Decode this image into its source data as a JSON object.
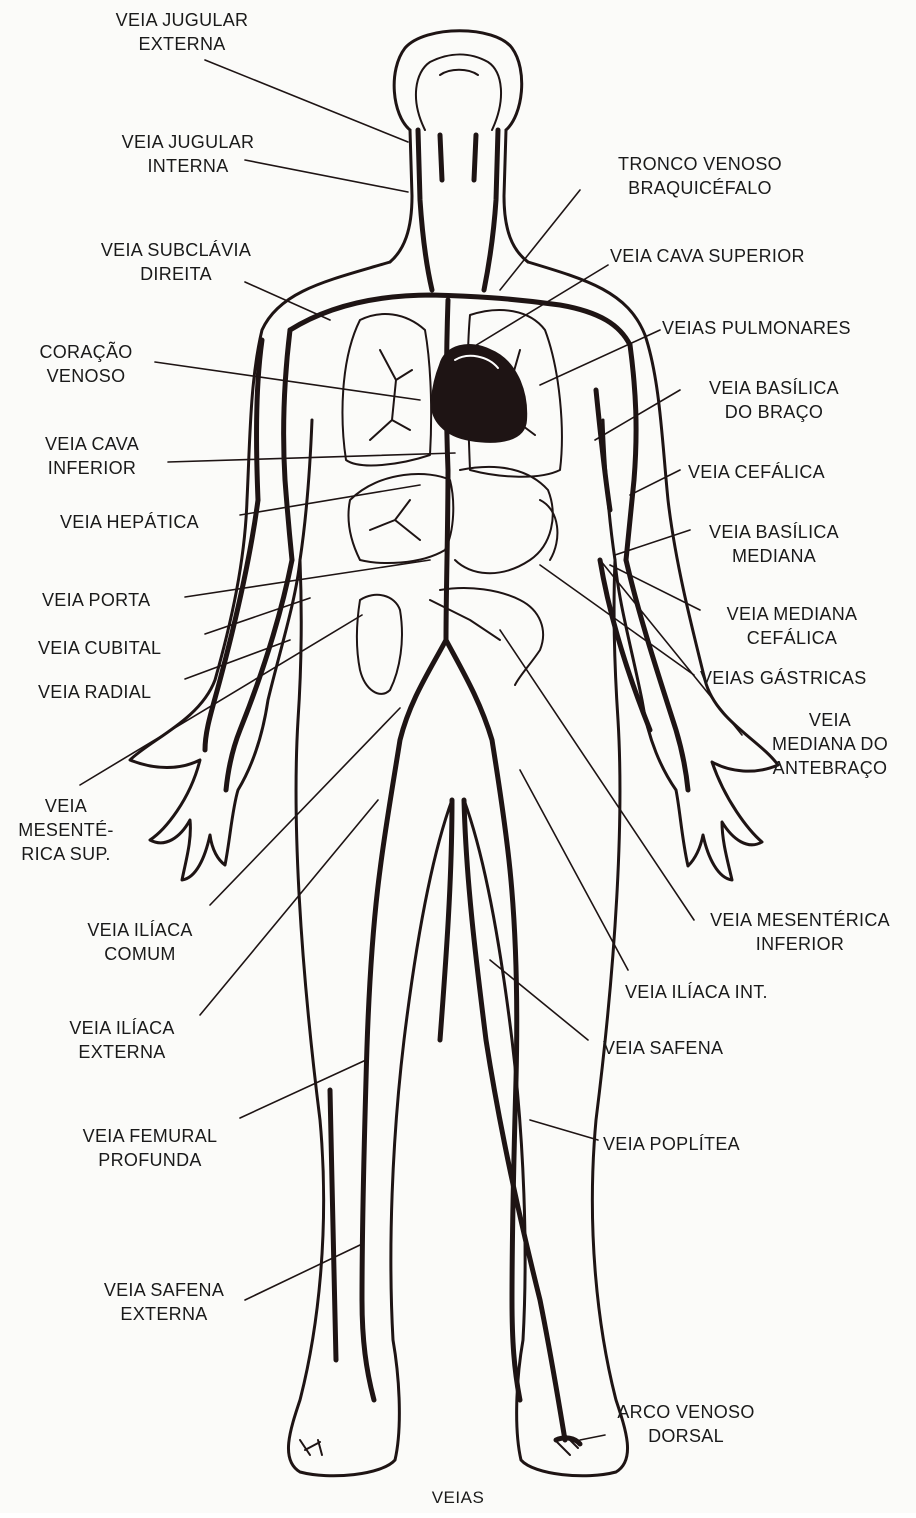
{
  "caption": "VEIAS",
  "labels": {
    "jugular_externa": {
      "l1": "VEIA JUGULAR",
      "l2": "EXTERNA"
    },
    "jugular_interna": {
      "l1": "VEIA JUGULAR",
      "l2": "INTERNA"
    },
    "subclavia": {
      "l1": "VEIA SUBCLÁVIA",
      "l2": "DIREITA"
    },
    "coracao": {
      "l1": "CORAÇÃO",
      "l2": "VENOSO"
    },
    "cava_inferior": {
      "l1": "VEIA CAVA",
      "l2": "INFERIOR"
    },
    "hepatica": {
      "l1": "VEIA HEPÁTICA"
    },
    "porta": {
      "l1": "VEIA PORTA"
    },
    "cubital": {
      "l1": "VEIA CUBITAL"
    },
    "radial": {
      "l1": "VEIA RADIAL"
    },
    "mesenterica_sup": {
      "l1": "VEIA",
      "l2": "MESENTÉ-",
      "l3": "RICA SUP."
    },
    "iliaca_comum": {
      "l1": "VEIA ILÍACA",
      "l2": "COMUM"
    },
    "iliaca_externa": {
      "l1": "VEIA ILÍACA",
      "l2": "EXTERNA"
    },
    "femural": {
      "l1": "VEIA FEMURAL",
      "l2": "PROFUNDA"
    },
    "safena_externa": {
      "l1": "VEIA SAFENA",
      "l2": "EXTERNA"
    },
    "tronco": {
      "l1": "TRONCO VENOSO",
      "l2": "BRAQUICÉFALO"
    },
    "cava_superior": {
      "l1": "VEIA CAVA SUPERIOR"
    },
    "pulmonares": {
      "l1": "VEIAS PULMONARES"
    },
    "basilica_braco": {
      "l1": "VEIA BASÍLICA",
      "l2": "DO BRAÇO"
    },
    "cefalica": {
      "l1": "VEIA CEFÁLICA"
    },
    "basilica_mediana": {
      "l1": "VEIA BASÍLICA",
      "l2": "MEDIANA"
    },
    "mediana_cefalica": {
      "l1": "VEIA MEDIANA",
      "l2": "CEFÁLICA"
    },
    "gastricas": {
      "l1": "VEIAS GÁSTRICAS"
    },
    "mediana_antebraco": {
      "l1": "VEIA",
      "l2": "MEDIANA DO",
      "l3": "ANTEBRAÇO"
    },
    "mesenterica_inf": {
      "l1": "VEIA MESENTÉRICA",
      "l2": "INFERIOR"
    },
    "iliaca_int": {
      "l1": "VEIA ILÍACA INT."
    },
    "safena": {
      "l1": "VEIA SAFENA"
    },
    "poplitea": {
      "l1": "VEIA POPLÍTEA"
    },
    "arco_venoso": {
      "l1": "ARCO VENOSO",
      "l2": "DORSAL"
    }
  }
}
